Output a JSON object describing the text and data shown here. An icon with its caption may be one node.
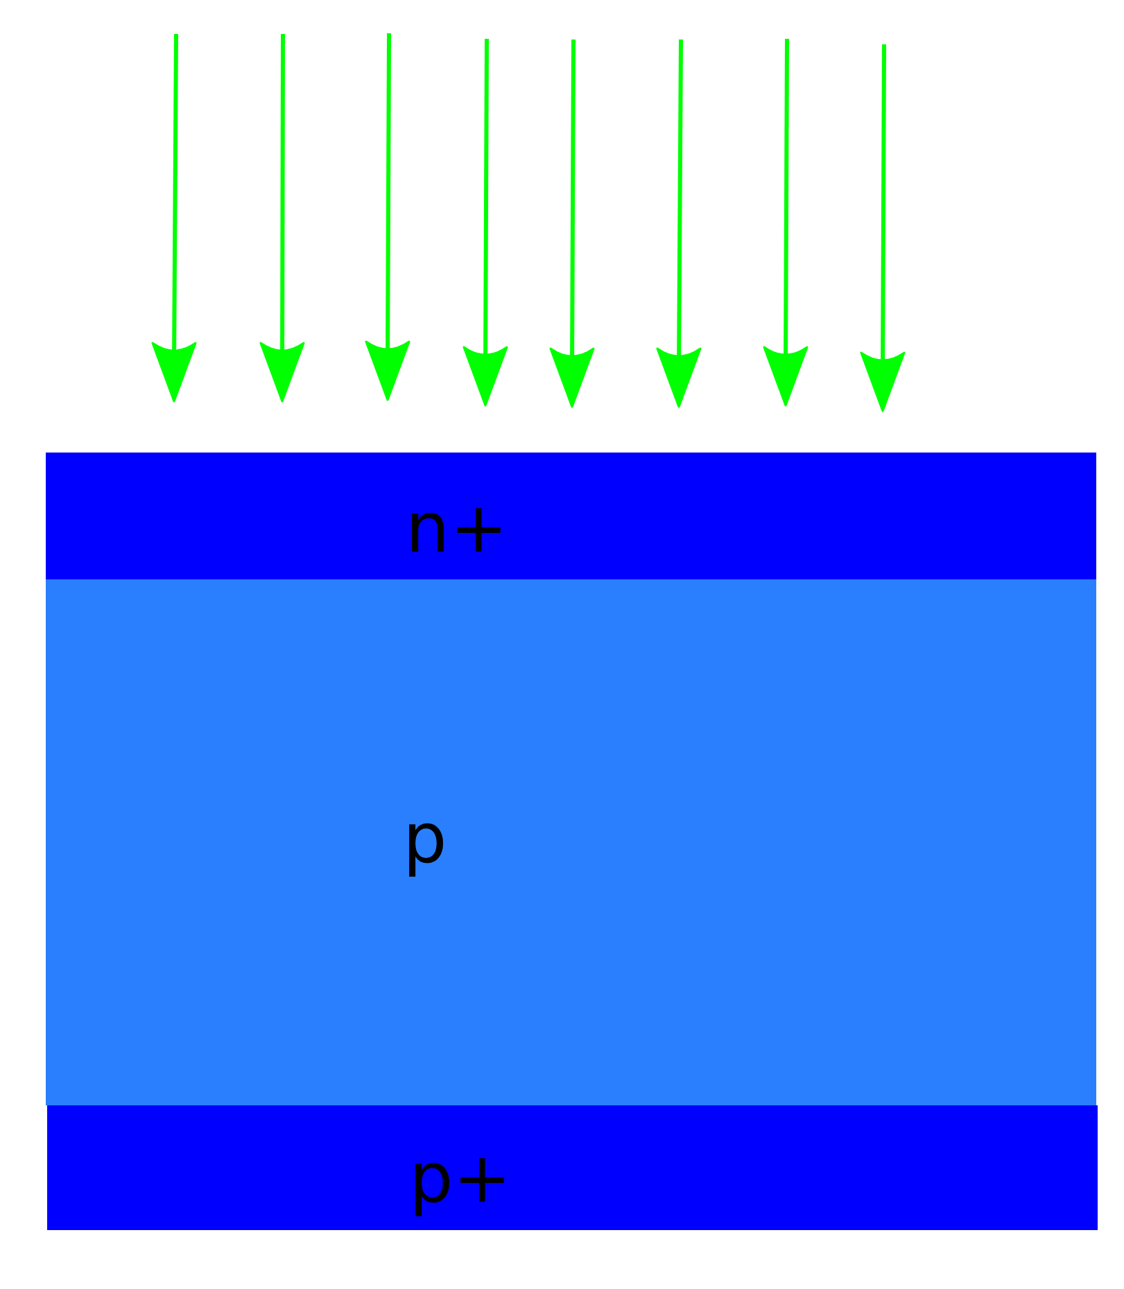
{
  "diagram": {
    "nodes": [
      {
        "text": [
          "n+"
        ]
      },
      {
        "text": [
          "p"
        ]
      },
      {
        "text": [
          "p+"
        ]
      }
    ]
  }
}
